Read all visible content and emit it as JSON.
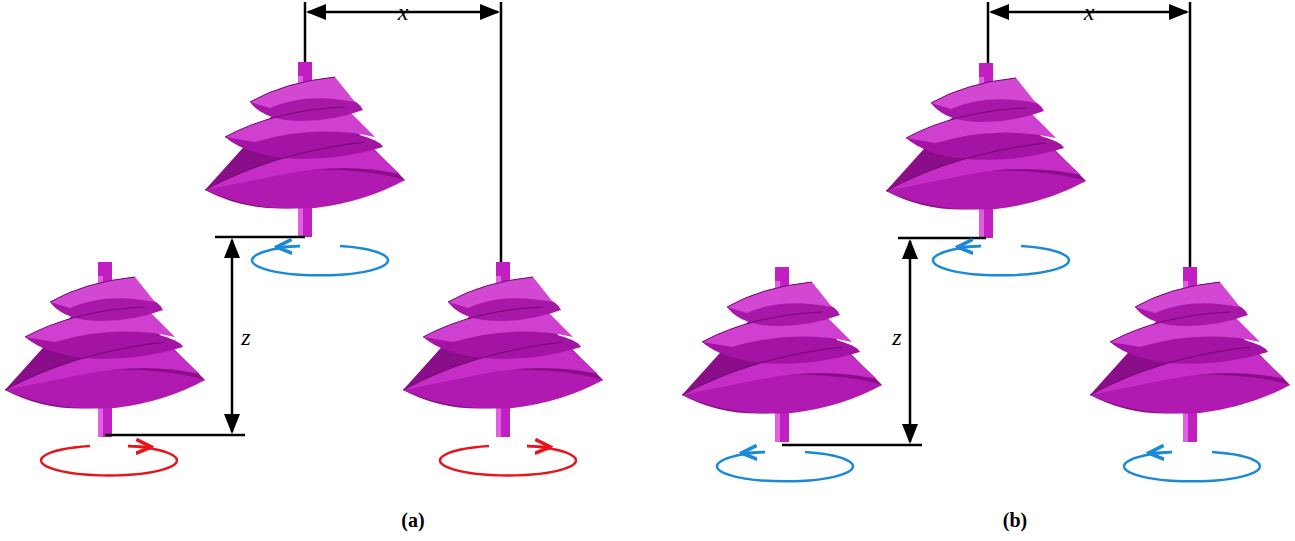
{
  "diagram": {
    "labels": [
      "x",
      "z",
      "(a)",
      "x",
      "z",
      "(b)"
    ]
  }
}
